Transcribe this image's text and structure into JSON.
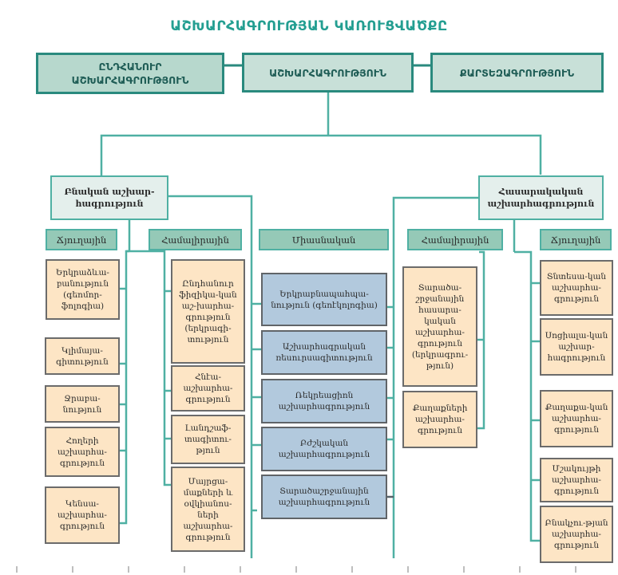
{
  "title": "ԱՇԽԱՐՀԱԳՐՈՒԹՅԱՆ ԿԱՌՈՒՑՎԱԾՔԸ",
  "top_row": {
    "left": "ԸՆԴՀԱՆՈՒՐ ԱՇԽԱՐՀԱԳՐՈՒԹՅՈՒՆ",
    "center": "ԱՇԽԱՐՀԱԳՐՈՒԹՅՈՒՆ",
    "right": "ՔԱՐՏԵԶԱԳՐՈՒԹՅՈՒՆ"
  },
  "branches": {
    "physical": "Բնական աշխար-հագրություն",
    "social": "Հասարակական աշխարհագրություն"
  },
  "headers": {
    "phys_sectoral": "Ճյուղային",
    "phys_complex": "Համալիրային",
    "integrated": "Միասնական",
    "soc_complex": "Համալիրային",
    "soc_sectoral": "Ճյուղային"
  },
  "phys_sectoral_items": [
    "Երկրաձևա-բանություն (գեոմոր-ֆոլոգիա)",
    "Կլիմայա-գիտություն",
    "Ջրաբա-նություն",
    "Հողերի աշխարհա-գրություն",
    "Կենսա-աշխարհա-գրություն"
  ],
  "phys_complex_items": [
    "Ընդհանուր ֆիզիկա-կան աշ-խարհա-գրություն (երկրագի-տություն",
    "Հնէա-աշխարհա-գրություն",
    "Լանդշաֆ-տագիտու-թյուն",
    "Մայրցա-մաքների և օվկիանոս-ների աշխարհա-գրություն"
  ],
  "integrated_items": [
    "Երկրաբնապահպա-նություն (գեոէկոլոգիա)",
    "Աշխարհագրական ռեսուրսագիտություն",
    "Ռեկրեացիոն աշխարհագրություն",
    "Բժշկական աշխարհագրություն",
    "Տարածաշրջանային աշխարհագրություն"
  ],
  "soc_complex_items": [
    "Տարածա-շրջանային հասարա-կական աշխարհա-գրություն (երկրագրու-թյուն)",
    "Քաղաքների աշխարհա-գրություն"
  ],
  "soc_sectoral_items": [
    "Տնտեսա-կան աշխարհա-գրություն",
    "Սոցիալա-կան աշխար-հագրություն",
    "Քաղաքա-կան աշխարհա-գրություն",
    "Մշակույթի աշխարհա-գրություն",
    "Բնակչու-թյան աշխարհա-գրություն"
  ],
  "colors": {
    "accent": "#239e91",
    "connector": "#4fb0a3",
    "top_box": "#c8e0d8",
    "header_box": "#95c9b7",
    "leaf_box": "#fde5c5",
    "integrated_box": "#b2c9dd"
  }
}
